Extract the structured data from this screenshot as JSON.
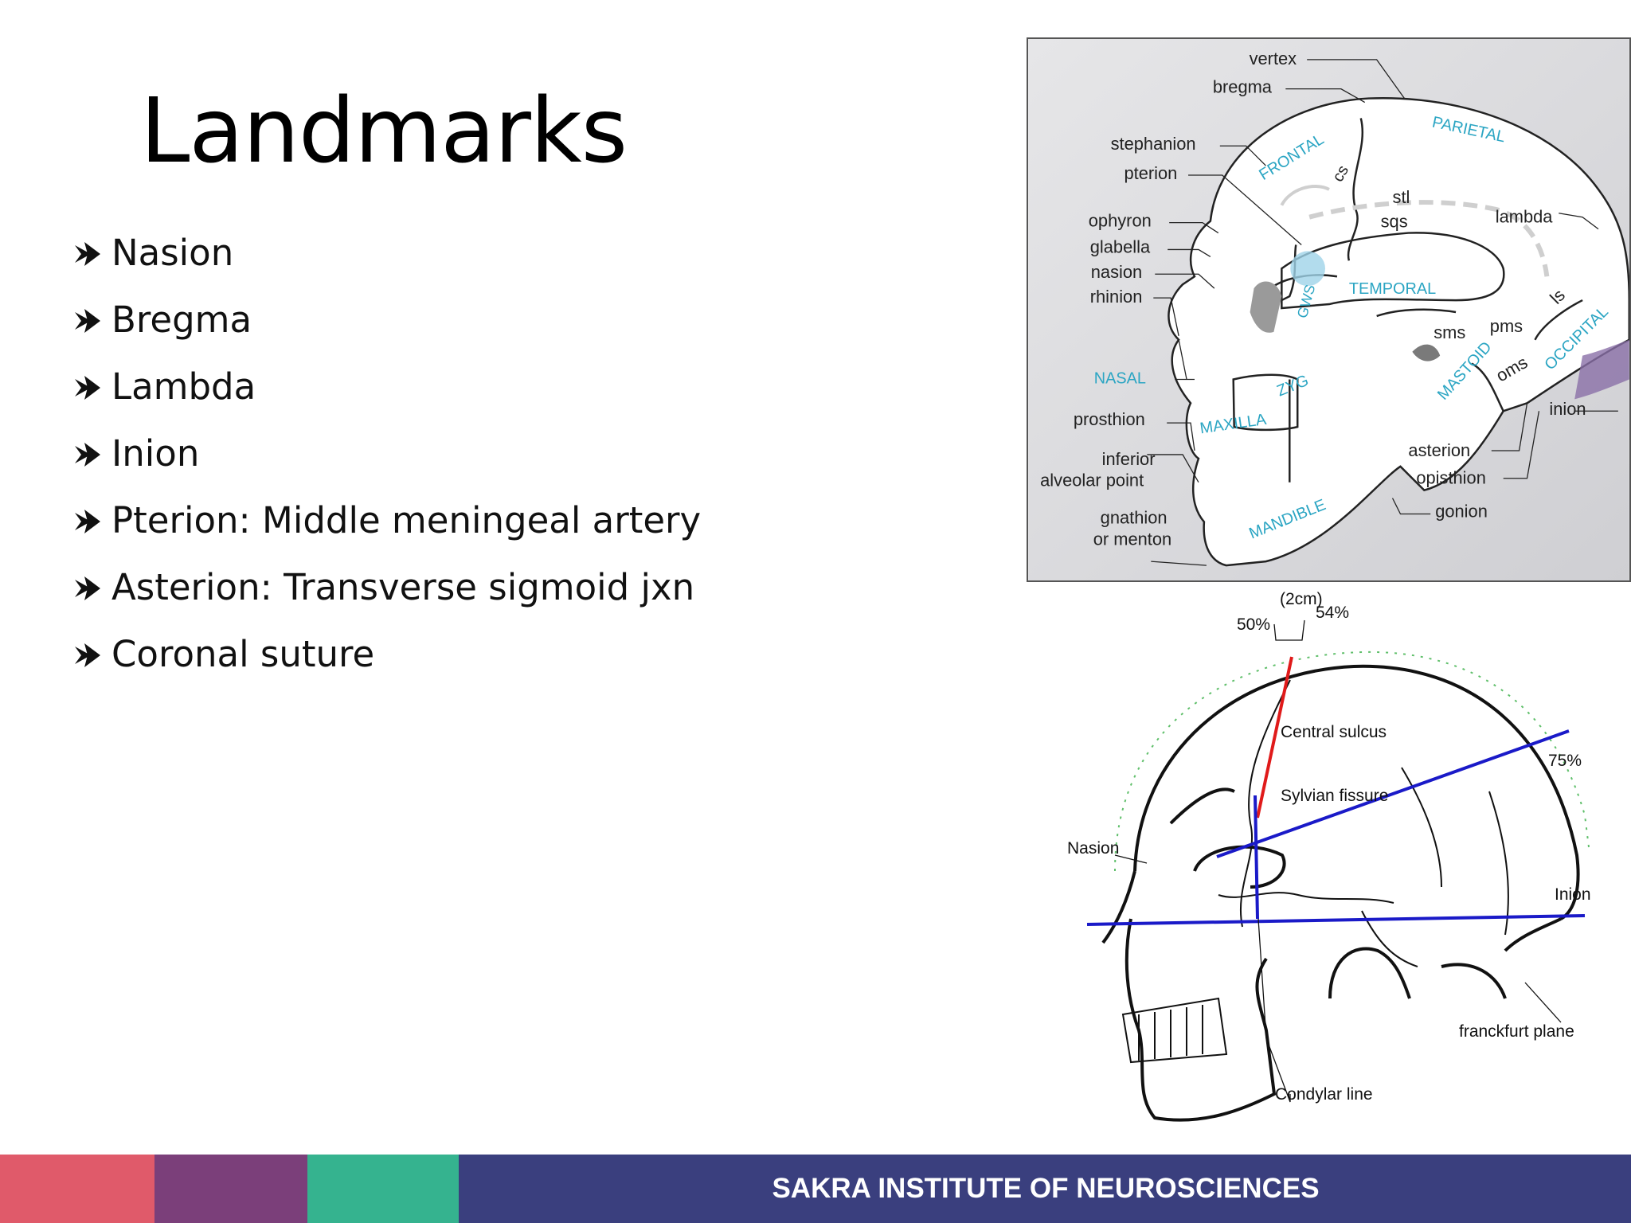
{
  "slide": {
    "title": "Landmarks",
    "bullets": [
      "Nasion",
      "Bregma",
      "Lambda",
      "Inion",
      "Pterion: Middle meningeal artery",
      "Asterion: Transverse sigmoid jxn",
      "Coronal suture"
    ]
  },
  "figure_skull_regions": {
    "labels": {
      "vertex": "vertex",
      "bregma": "bregma",
      "stephanion": "stephanion",
      "pterion": "pterion",
      "ophyron": "ophyron",
      "glabella": "glabella",
      "nasion": "nasion",
      "rhinion": "rhinion",
      "nasal": "NASAL",
      "prosthion": "prosthion",
      "inferior": "inferior",
      "alveolar_point": "alveolar point",
      "gnathion": "gnathion",
      "or_menton": "or menton",
      "frontal": "FRONTAL",
      "parietal": "PARIETAL",
      "cs": "cs",
      "stl": "stl",
      "sqs": "sqs",
      "lambda": "lambda",
      "temporal": "TEMPORAL",
      "gws": "GWS",
      "zyg": "ZYG",
      "maxilla": "MAXILLA",
      "mandible": "MANDIBLE",
      "sms": "sms",
      "pms": "pms",
      "ls": "ls",
      "occipital": "OCCIPITAL",
      "mastoid": "MASTOID",
      "oms": "oms",
      "inion": "inion",
      "asterion": "asterion",
      "opisthion": "opisthion",
      "gonion": "gonion"
    }
  },
  "figure_craniometry": {
    "labels": {
      "two_cm": "(2cm)",
      "pct_50": "50%",
      "pct_54": "54%",
      "central_sulcus": "Central sulcus",
      "pct_75": "75%",
      "sylvian_fissure": "Sylvian fissure",
      "nasion": "Nasion",
      "inion": "Inion",
      "frankfurt_plane": "franckfurt plane",
      "condylar_line": "Condylar line"
    }
  },
  "footer": {
    "text": "SAKRA INSTITUTE OF NEUROSCIENCES"
  },
  "colors": {
    "footer_red": "#e05a6a",
    "footer_purple": "#7b3f7a",
    "footer_green": "#35b38f",
    "footer_navy": "#3a3f7e",
    "label_cyan": "#2ba5c3",
    "line_blue": "#1a1ac8",
    "line_red": "#e01a1a"
  }
}
